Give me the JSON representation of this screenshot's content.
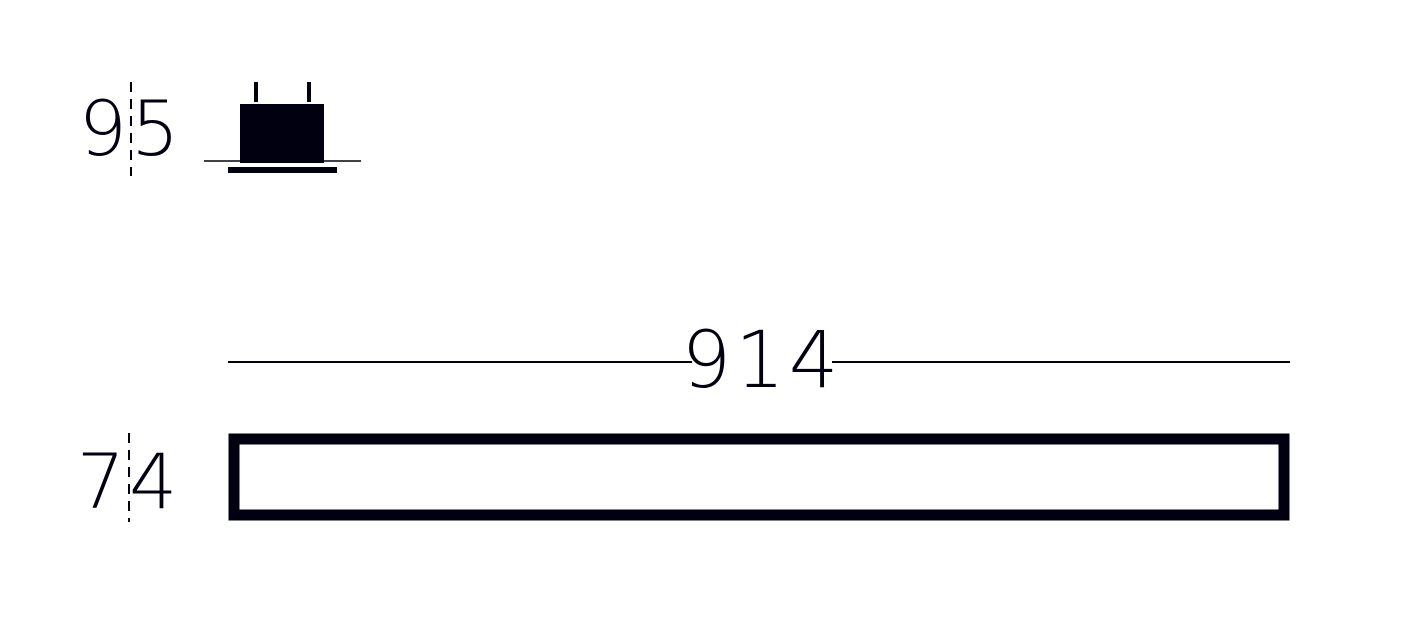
{
  "dimensions": {
    "height_top": "95",
    "length": "914",
    "height_bottom": "74"
  },
  "colors": {
    "ink": "#000010",
    "background": "#ffffff"
  }
}
